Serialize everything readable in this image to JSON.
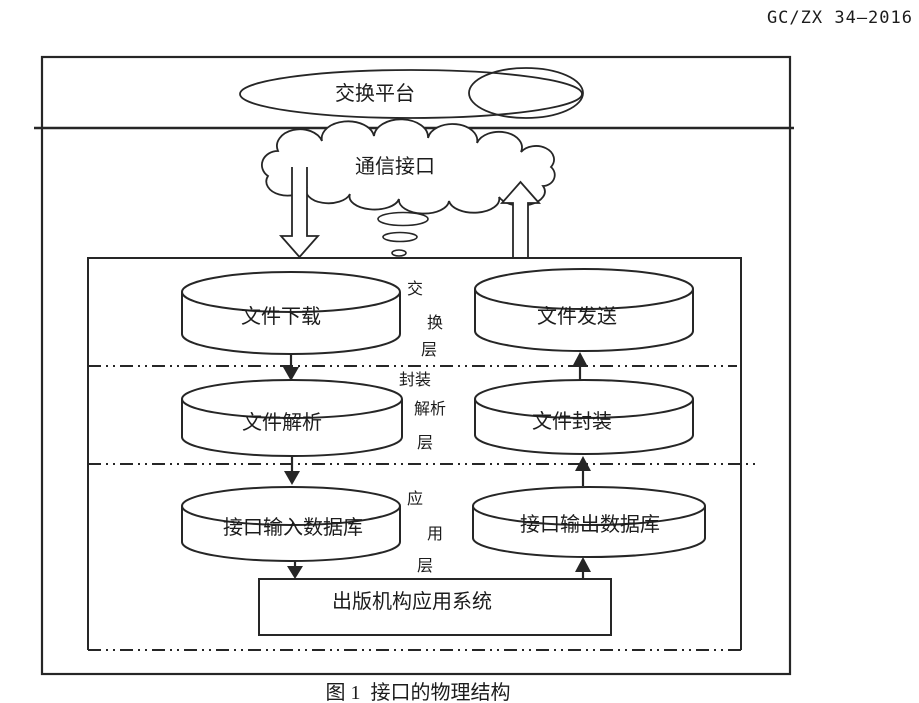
{
  "page": {
    "doc_code": "GC/ZX 34—2016",
    "caption": "图 1  接口的物理结构"
  },
  "diagram": {
    "platform_label": "交换平台",
    "cloud_label": "通信接口",
    "nodes": {
      "file_download": "文件下载",
      "file_send": "文件发送",
      "file_parse": "文件解析",
      "file_package": "文件封装",
      "input_db": "接口输入数据库",
      "output_db": "接口输出数据库",
      "app_system": "出版机构应用系统"
    },
    "layer_labels": {
      "exchange": [
        "交",
        "换",
        "层"
      ],
      "pack_parse": [
        "封装",
        "解析",
        "层"
      ],
      "application": [
        "应",
        "用",
        "层"
      ]
    },
    "flow_left_to_right_down": [
      "文件下载",
      "文件解析",
      "接口输入数据库",
      "出版机构应用系统"
    ],
    "flow_right_up": [
      "出版机构应用系统",
      "接口输出数据库",
      "文件封装",
      "文件发送"
    ]
  },
  "colors": {
    "ink": "#262626",
    "background": "#ffffff"
  }
}
